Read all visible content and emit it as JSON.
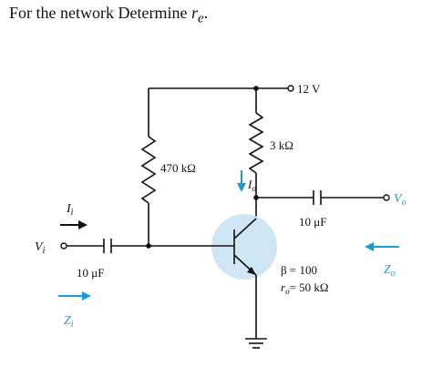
{
  "question": {
    "prefix": "For the network Determine ",
    "symbol": "r",
    "subscript": "e",
    "suffix": "."
  },
  "labels": {
    "supply": "12 V",
    "rc": "3 kΩ",
    "rb": "470 kΩ",
    "io_main": "I",
    "io_sub": "o",
    "vo_main": "V",
    "vo_sub": "o",
    "c_out": "10 μF",
    "ii_main": "I",
    "ii_sub": "i",
    "vi_main": "V",
    "vi_sub": "i",
    "c_in": "10 μF",
    "zi_main": "Z",
    "zi_sub": "i",
    "zo_main": "Z",
    "zo_sub": "o",
    "beta": "β = 100",
    "ro_main": "r",
    "ro_sub": "o",
    "ro_val": "= 50 kΩ"
  },
  "colors": {
    "accent": "#1a9ad6",
    "transistor_fill": "#cfe6f6",
    "wire": "#111111"
  },
  "icons": [
    "ground-icon",
    "arrow-icon",
    "capacitor-icon",
    "resistor-icon",
    "npn-transistor-icon"
  ]
}
